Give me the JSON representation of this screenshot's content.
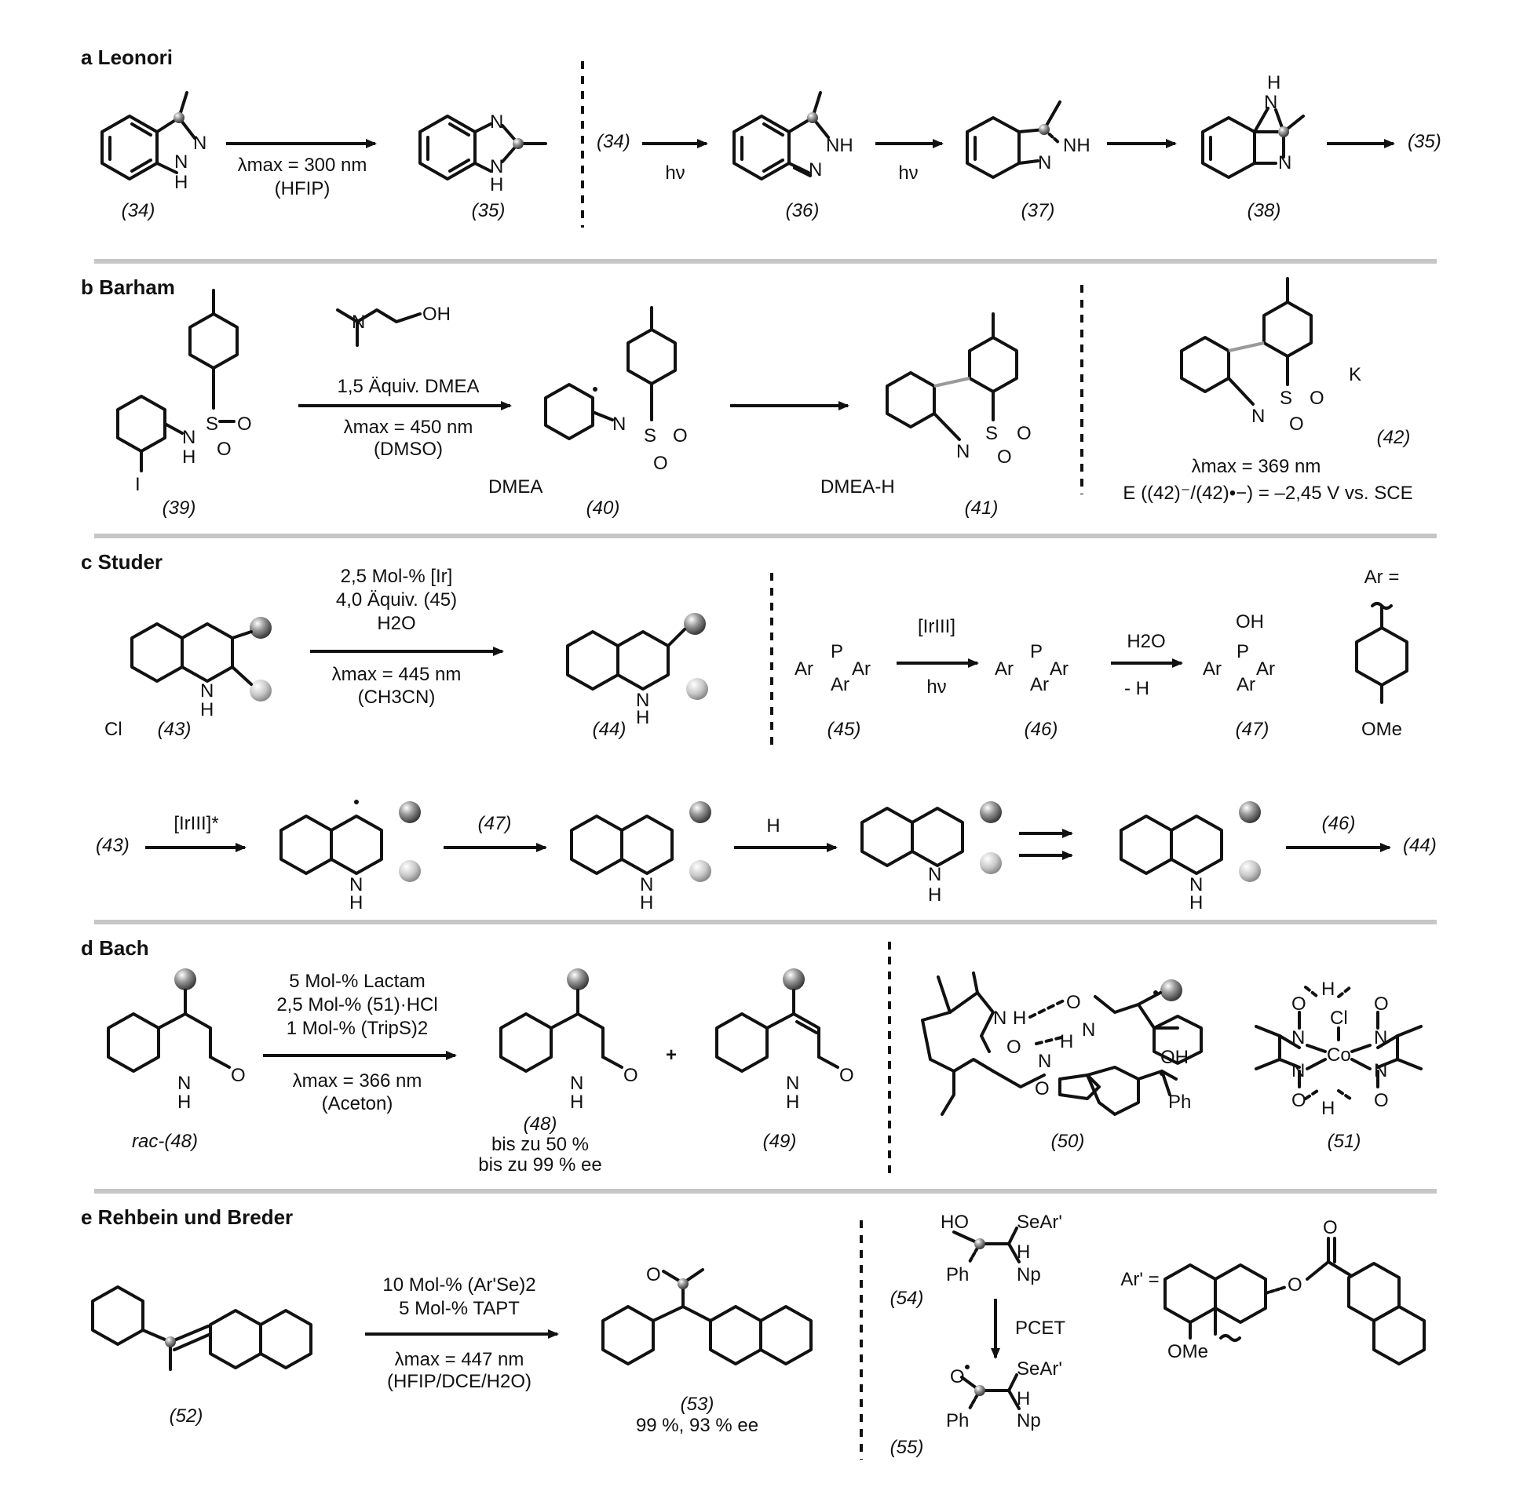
{
  "sections": {
    "a": {
      "header": "a Leonori",
      "cond_line1": "λmax = 300 nm",
      "cond_line2": "(HFIP)",
      "mech_steps": [
        "hν",
        "hν"
      ],
      "compounds": [
        "(34)",
        "(35)",
        "(36)",
        "(37)",
        "(38)"
      ],
      "refs": [
        "(34)",
        "(35)"
      ]
    },
    "b": {
      "header": "b Barham",
      "cond_line1": "1,5 Äquiv. DMEA",
      "cond_line2": "λmax = 450 nm",
      "cond_line3": "(DMSO)",
      "counterions": [
        "DMEA",
        "DMEA-H",
        "K"
      ],
      "compounds": [
        "(39)",
        "(40)",
        "(41)",
        "(42)"
      ],
      "info_line1": "λmax = 369 nm",
      "info_line2": "E ((42)⁻/(42)•−) = –2,45 V vs. SCE"
    },
    "c": {
      "header": "c Studer",
      "cond_lines": [
        "2,5 Mol-% [Ir]",
        "4,0 Äquiv. (45)",
        "H2O",
        "λmax = 445 nm",
        "(CH3CN)"
      ],
      "ir_label": "[IrIII]",
      "hv": "hν",
      "h2o": "H2O",
      "minus_h": "- H",
      "ar_def": "Ar =",
      "ome": "OMe",
      "chloride": "Cl",
      "compounds": [
        "(43)",
        "(44)",
        "(45)",
        "(46)",
        "(47)"
      ],
      "row2_start": "(43)",
      "row2_reagents": [
        "[IrIII]*",
        "(47)",
        "H",
        "(46)"
      ],
      "row2_end": "(44)"
    },
    "d": {
      "header": "d Bach",
      "cond_lines": [
        "5 Mol-% Lactam",
        "2,5 Mol-% (51)·HCl",
        "1 Mol-% (TripS)2",
        "λmax = 366 nm",
        "(Aceton)"
      ],
      "plus": "+",
      "compounds": [
        "rac-(48)",
        "(48)",
        "(49)",
        "(50)",
        "(51)"
      ],
      "yield_line1": "bis zu 50 %",
      "yield_line2": "bis zu 99 % ee"
    },
    "e": {
      "header": "e Rehbein und Breder",
      "cond_lines": [
        "10 Mol-% (Ar'Se)2",
        "5 Mol-% TAPT",
        "λmax = 447 nm",
        "(HFIP/DCE/H2O)"
      ],
      "compounds": [
        "(52)",
        "(53)",
        "(54)",
        "(55)"
      ],
      "yield": "99 %, 93 % ee",
      "pcet": "PCET",
      "ar_prime_def": "Ar' ="
    }
  }
}
